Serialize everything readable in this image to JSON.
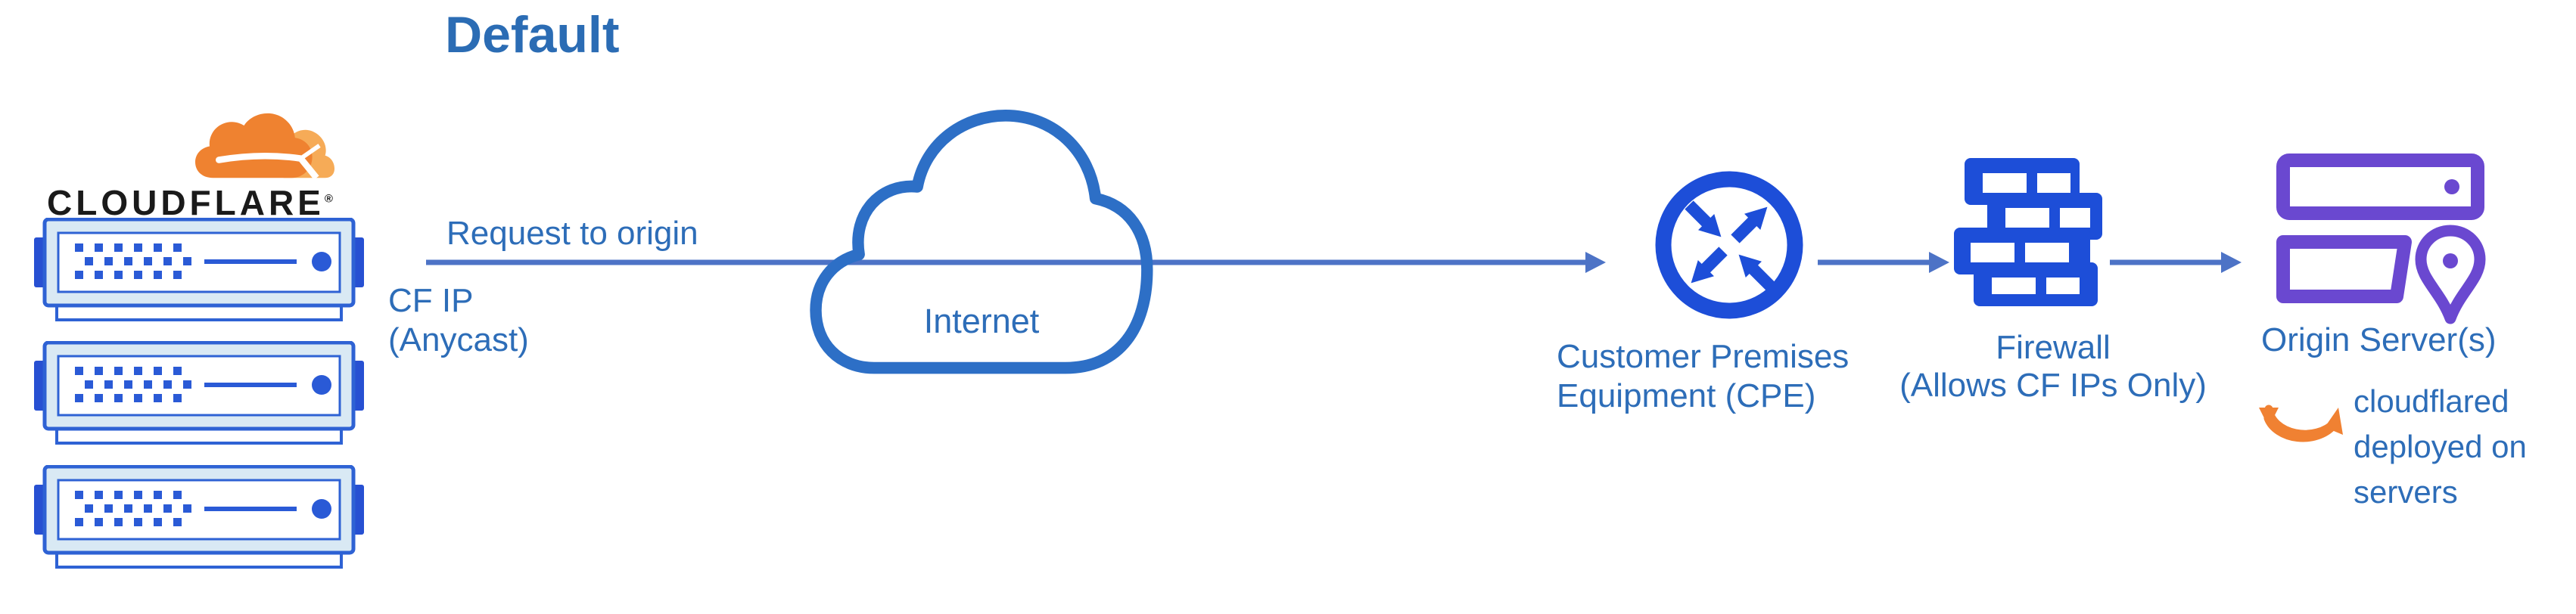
{
  "title": "Default",
  "cloudflare": {
    "wordmark": "CLOUDFLARE",
    "registered_mark": "®"
  },
  "request_arrow": {
    "label": "Request to origin",
    "sublabel_line1": "CF IP",
    "sublabel_line2": "(Anycast)"
  },
  "internet": {
    "label": "Internet"
  },
  "cpe": {
    "label_line1": "Customer Premises",
    "label_line2": "Equipment (CPE)"
  },
  "firewall": {
    "label_line1": "Firewall",
    "label_line2": "(Allows CF IPs Only)"
  },
  "origin": {
    "label": "Origin Server(s)",
    "note_line1": "cloudflared",
    "note_line2": "deployed on",
    "note_line3": "servers"
  },
  "colors": {
    "title_blue": "#2b6cb4",
    "label_blue": "#2d6db8",
    "arrow_blue": "#4d73c6",
    "cloud_blue": "#2d6fc6",
    "icon_blue": "#1d4ed8",
    "server_blue": "#2e62d4",
    "origin_purple": "#6a48d0",
    "orange": "#f08132",
    "logo_orange_dark": "#ef8230",
    "logo_orange_light": "#f6ab57"
  }
}
